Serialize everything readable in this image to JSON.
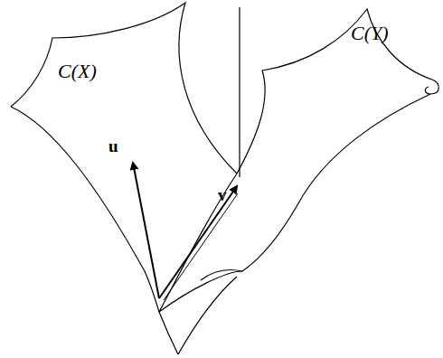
{
  "diagram": {
    "labels": [
      "C(X)",
      "C(Y)",
      "u",
      "v"
    ]
  }
}
